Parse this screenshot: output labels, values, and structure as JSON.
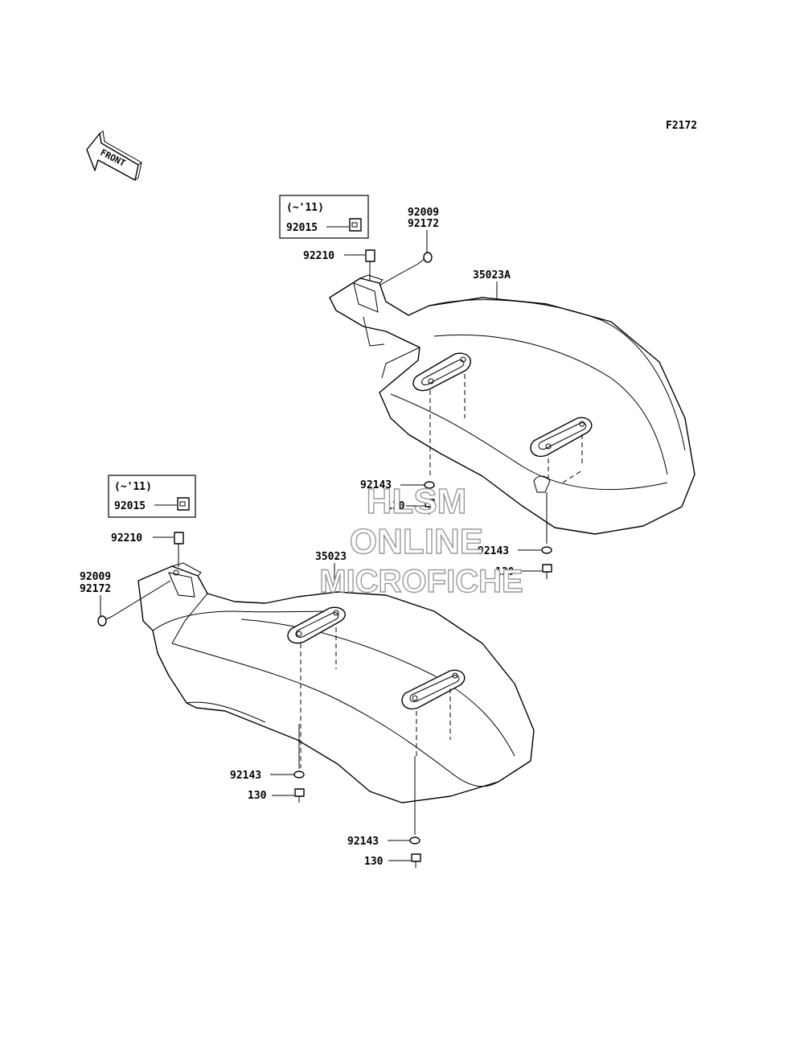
{
  "figure_code": "F2172",
  "front_label": "FRONT",
  "colors": {
    "line": "#000000",
    "background": "#ffffff",
    "watermark_stroke": "#9a9a9a"
  },
  "callouts": {
    "upper_box_range": "(~'11)",
    "upper_box_part": "92015",
    "upper_clip": "92210",
    "upper_bolt_a": "92009",
    "upper_bolt_b": "92172",
    "upper_fender": "35023A",
    "upper_washer_1": "92143",
    "upper_bolt_1": "130",
    "upper_washer_2": "92143",
    "upper_bolt_2": "130",
    "lower_box_range": "(~'11)",
    "lower_box_part": "92015",
    "lower_clip": "92210",
    "lower_fender": "35023",
    "lower_bolt_a": "92009",
    "lower_bolt_b": "92172",
    "lower_washer_1": "92143",
    "lower_bolt_1": "130",
    "lower_washer_2": "92143",
    "lower_bolt_2": "130"
  },
  "watermark": {
    "line1": "HLSM",
    "line2": "ONLINE",
    "line3": "MICROFICHE"
  }
}
